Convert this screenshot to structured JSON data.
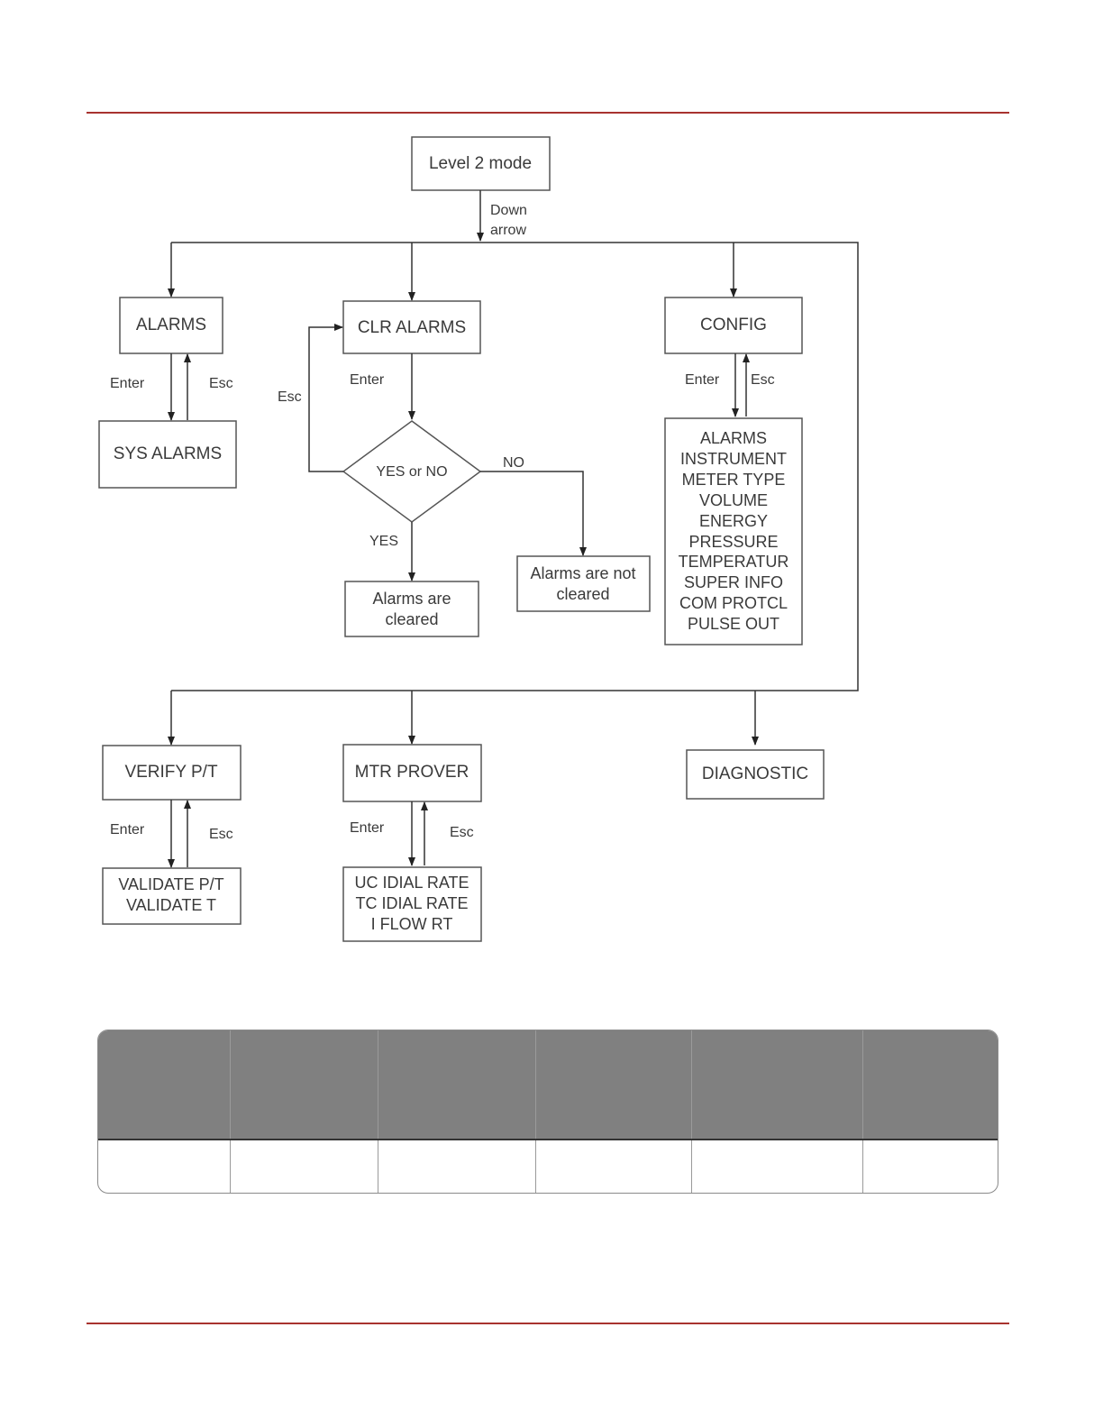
{
  "colors": {
    "rule": "#a8332f",
    "table_header": "#808080"
  },
  "diagram": {
    "nodes": {
      "level2": "Level 2 mode",
      "alarms": "ALARMS",
      "sys_alarms": "SYS ALARMS",
      "clr_alarms": "CLR ALARMS",
      "decision": "YES or NO",
      "alarms_cleared": [
        "Alarms are",
        "cleared"
      ],
      "alarms_not_cleared": [
        "Alarms are not",
        "cleared"
      ],
      "config": "CONFIG",
      "config_menu": [
        "ALARMS",
        "INSTRUMENT",
        "METER TYPE",
        "VOLUME",
        "ENERGY",
        "PRESSURE",
        "TEMPERATUR",
        "SUPER INFO",
        "COM PROTCL",
        "PULSE OUT"
      ],
      "verify_pt": "VERIFY P/T",
      "validate": [
        "VALIDATE P/T",
        "VALIDATE T"
      ],
      "mtr_prover": "MTR PROVER",
      "prover_menu": [
        "UC IDIAL RATE",
        "TC IDIAL RATE",
        "I FLOW RT"
      ],
      "diagnostic": "DIAGNOSTIC"
    },
    "labels": {
      "down_arrow": [
        "Down",
        "arrow"
      ],
      "enter": "Enter",
      "esc": "Esc",
      "yes": "YES",
      "no": "NO"
    }
  },
  "table": {
    "columns": 6,
    "header": [
      "",
      "",
      "",
      "",
      "",
      ""
    ],
    "rows": [
      [
        "",
        "",
        "",
        "",
        "",
        ""
      ]
    ]
  }
}
